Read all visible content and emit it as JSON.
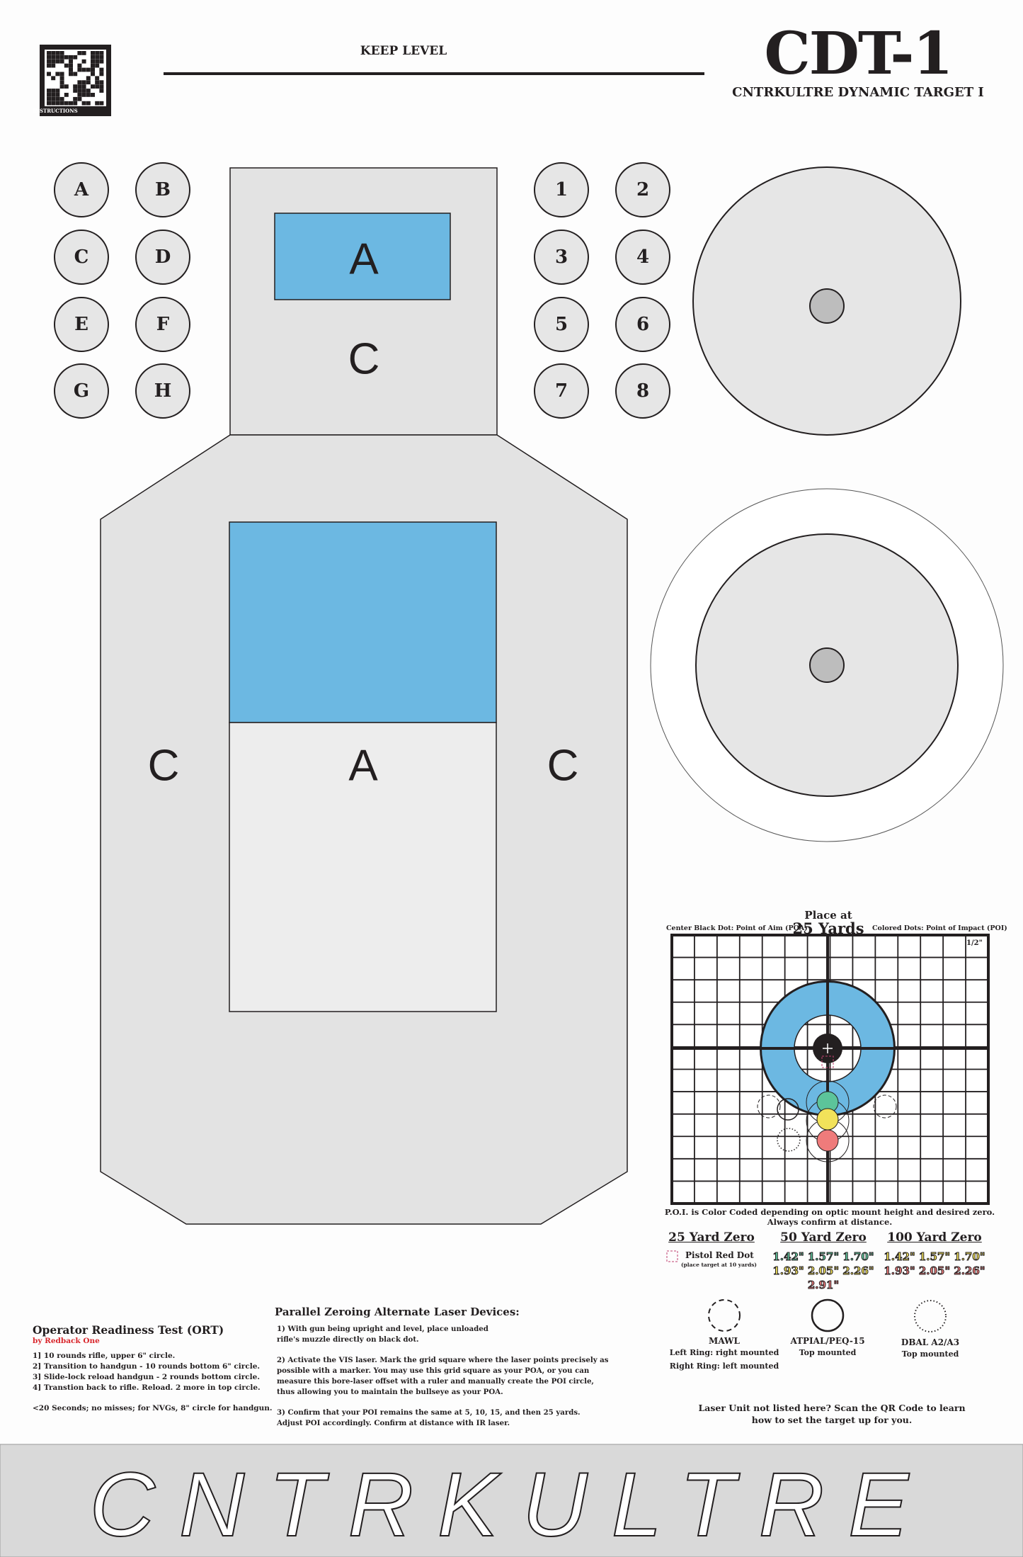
{
  "header": {
    "keep_level": "KEEP LEVEL",
    "title": "CDT-1",
    "subtitle": "CNTRKULTRE DYNAMIC TARGET I",
    "qr_label": "INSTRUCTIONS"
  },
  "letter_circles": [
    "A",
    "B",
    "C",
    "D",
    "E",
    "F",
    "G",
    "H"
  ],
  "number_circles": [
    "1",
    "2",
    "3",
    "4",
    "5",
    "6",
    "7",
    "8"
  ],
  "silhouette": {
    "head_a": "A",
    "head_c": "C",
    "body_a": "A",
    "body_c_left": "C",
    "body_c_right": "C"
  },
  "zero_target": {
    "place_at": "Place at",
    "distance": "25 Yards",
    "left_caption": "Center Black Dot: Point of Aim (POA)",
    "right_caption": "Colored Dots: Point of Impact (POI)",
    "grid_scale": "1/2\"",
    "note_line1": "P.O.I. is Color Coded depending on optic mount height and desired zero.",
    "note_line2": "Always confirm at distance.",
    "colors": {
      "blue": "#6cb8e2",
      "green": "#5cc49a",
      "yellow": "#f2e25a",
      "red": "#ef7b7b"
    }
  },
  "zeros": {
    "z25": {
      "heading": "25 Yard Zero",
      "label": "Pistol Red Dot",
      "sub": "(place target at 10 yards)"
    },
    "z50": {
      "heading": "50 Yard Zero",
      "row1": [
        "1.42\"",
        "1.57\"",
        "1.70\""
      ],
      "row2": [
        "1.93\"",
        "2.05\"",
        "2.26\""
      ],
      "row3": [
        "2.91\""
      ]
    },
    "z100": {
      "heading": "100 Yard Zero",
      "row1": [
        "1.42\"",
        "1.57\"",
        "1.70\""
      ],
      "row2": [
        "1.93\"",
        "2.05\"",
        "2.26\""
      ]
    }
  },
  "lasers": [
    {
      "name": "MAWL",
      "line1": "Left Ring: right mounted",
      "line2": "Right Ring: left mounted"
    },
    {
      "name": "ATPIAL/PEQ-15",
      "line1": "Top mounted"
    },
    {
      "name": "DBAL A2/A3",
      "line1": "Top mounted"
    }
  ],
  "laser_note": {
    "line1": "Laser Unit not listed here? Scan the QR Code to learn",
    "line2": "how to set the target up for you."
  },
  "ort": {
    "title": "Operator Readiness Test (ORT)",
    "by": "by Redback One",
    "steps": [
      "1] 10 rounds rifle, upper 6\" circle.",
      "2] Transition to handgun - 10 rounds bottom 6\" circle.",
      "3] Slide-lock reload handgun - 2 rounds bottom circle.",
      "4] Transtion back to rifle. Reload. 2 more in top circle."
    ],
    "footer": "<20 Seconds; no misses; for NVGs, 8\" circle for handgun."
  },
  "parallel": {
    "title": "Parallel Zeroing Alternate Laser Devices:",
    "p1a": "1) With gun being upright and level, place unloaded",
    "p1b": "rifle's muzzle directly on black dot.",
    "p2a": "2) Activate the VIS laser. Mark the grid square where the laser points precisely as",
    "p2b": "possible with a marker. You may use this grid square as your POA, or you can",
    "p2c": "measure this bore-laser offset with a ruler and manually create the POI circle,",
    "p2d": "thus allowing you to maintain the bullseye as your POA.",
    "p3a": "3) Confirm that your POI remains the same at 5, 10, 15, and then 25 yards.",
    "p3b": "Adjust POI accordingly. Confirm at distance with IR laser."
  },
  "footer_brand": "CNTRKULTRE"
}
